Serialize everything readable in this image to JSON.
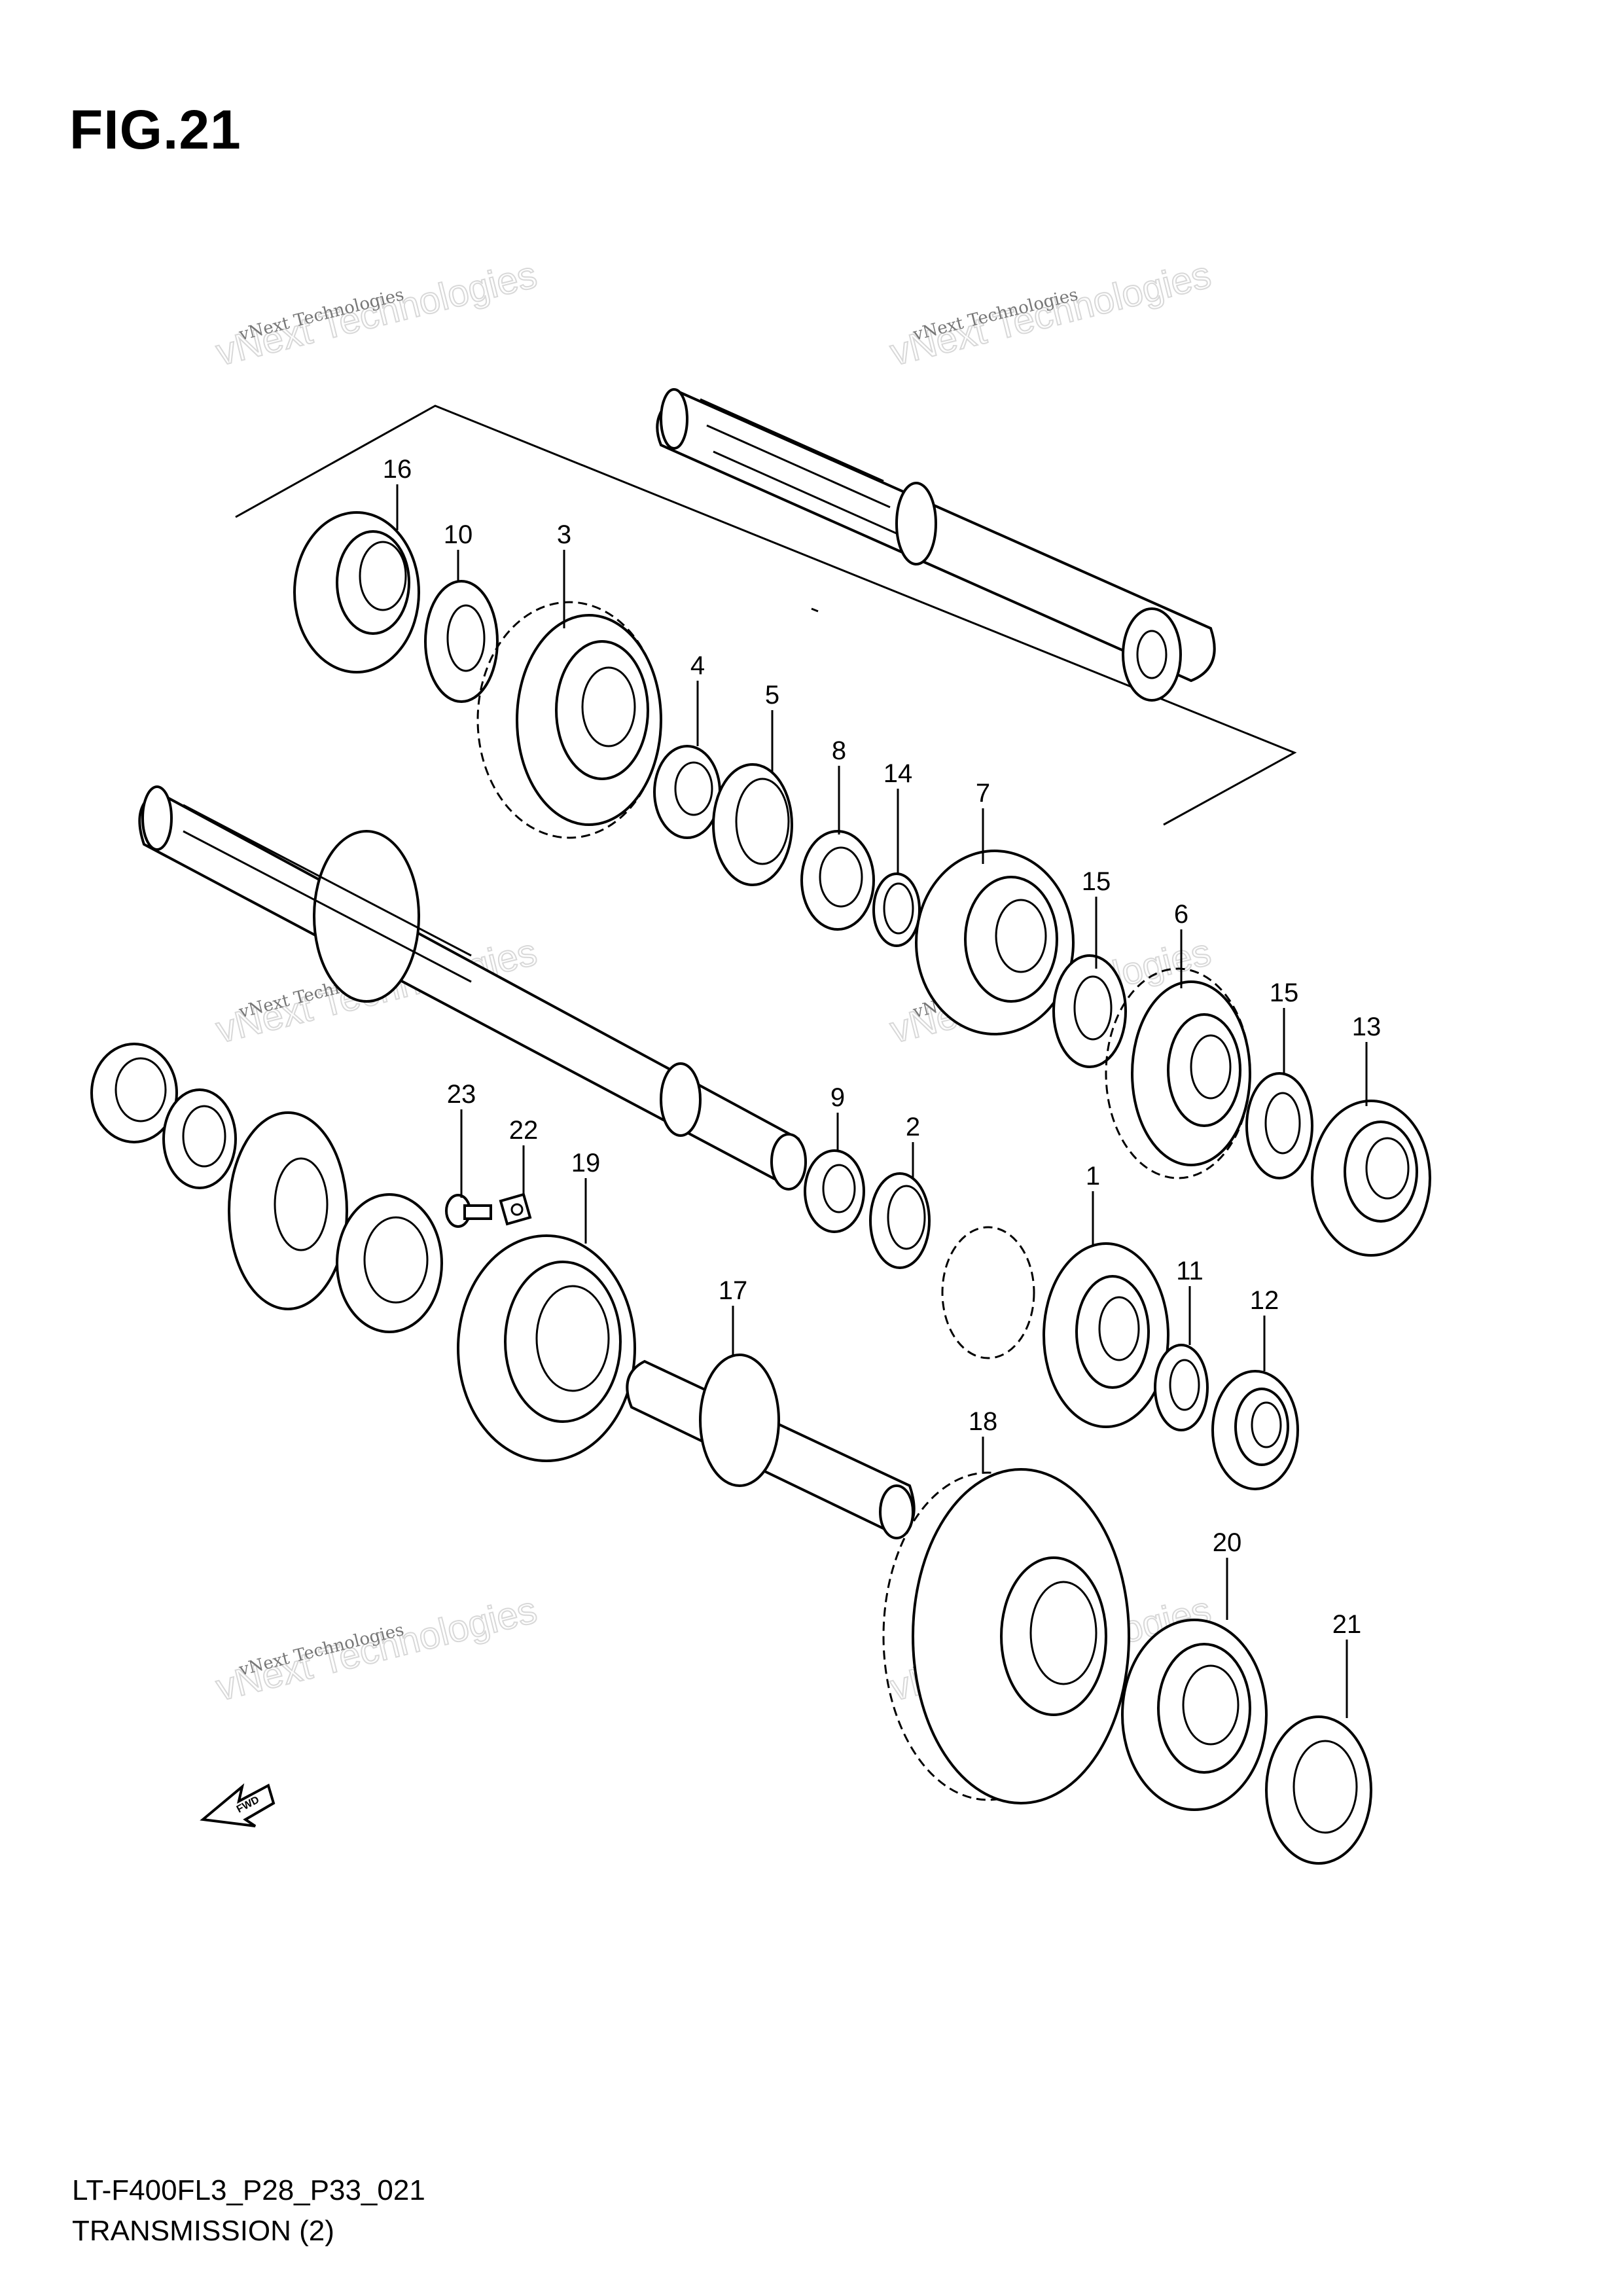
{
  "figure": {
    "title": "FIG.21",
    "code": "LT-F400FL3_P28_P33_021",
    "caption": "TRANSMISSION (2)"
  },
  "fwd_arrow_label": "FWD",
  "watermark": {
    "line1": "vNext Technologies",
    "line2": "vNext Technologies",
    "color": "#777777"
  },
  "callouts": [
    {
      "number": "16"
    },
    {
      "number": "10"
    },
    {
      "number": "3"
    },
    {
      "number": "4"
    },
    {
      "number": "5"
    },
    {
      "number": "8"
    },
    {
      "number": "14"
    },
    {
      "number": "7"
    },
    {
      "number": "15"
    },
    {
      "number": "6"
    },
    {
      "number": "15"
    },
    {
      "number": "13"
    },
    {
      "number": "23"
    },
    {
      "number": "22"
    },
    {
      "number": "19"
    },
    {
      "number": "9"
    },
    {
      "number": "2"
    },
    {
      "number": "1"
    },
    {
      "number": "11"
    },
    {
      "number": "12"
    },
    {
      "number": "17"
    },
    {
      "number": "18"
    },
    {
      "number": "20"
    },
    {
      "number": "21"
    }
  ]
}
